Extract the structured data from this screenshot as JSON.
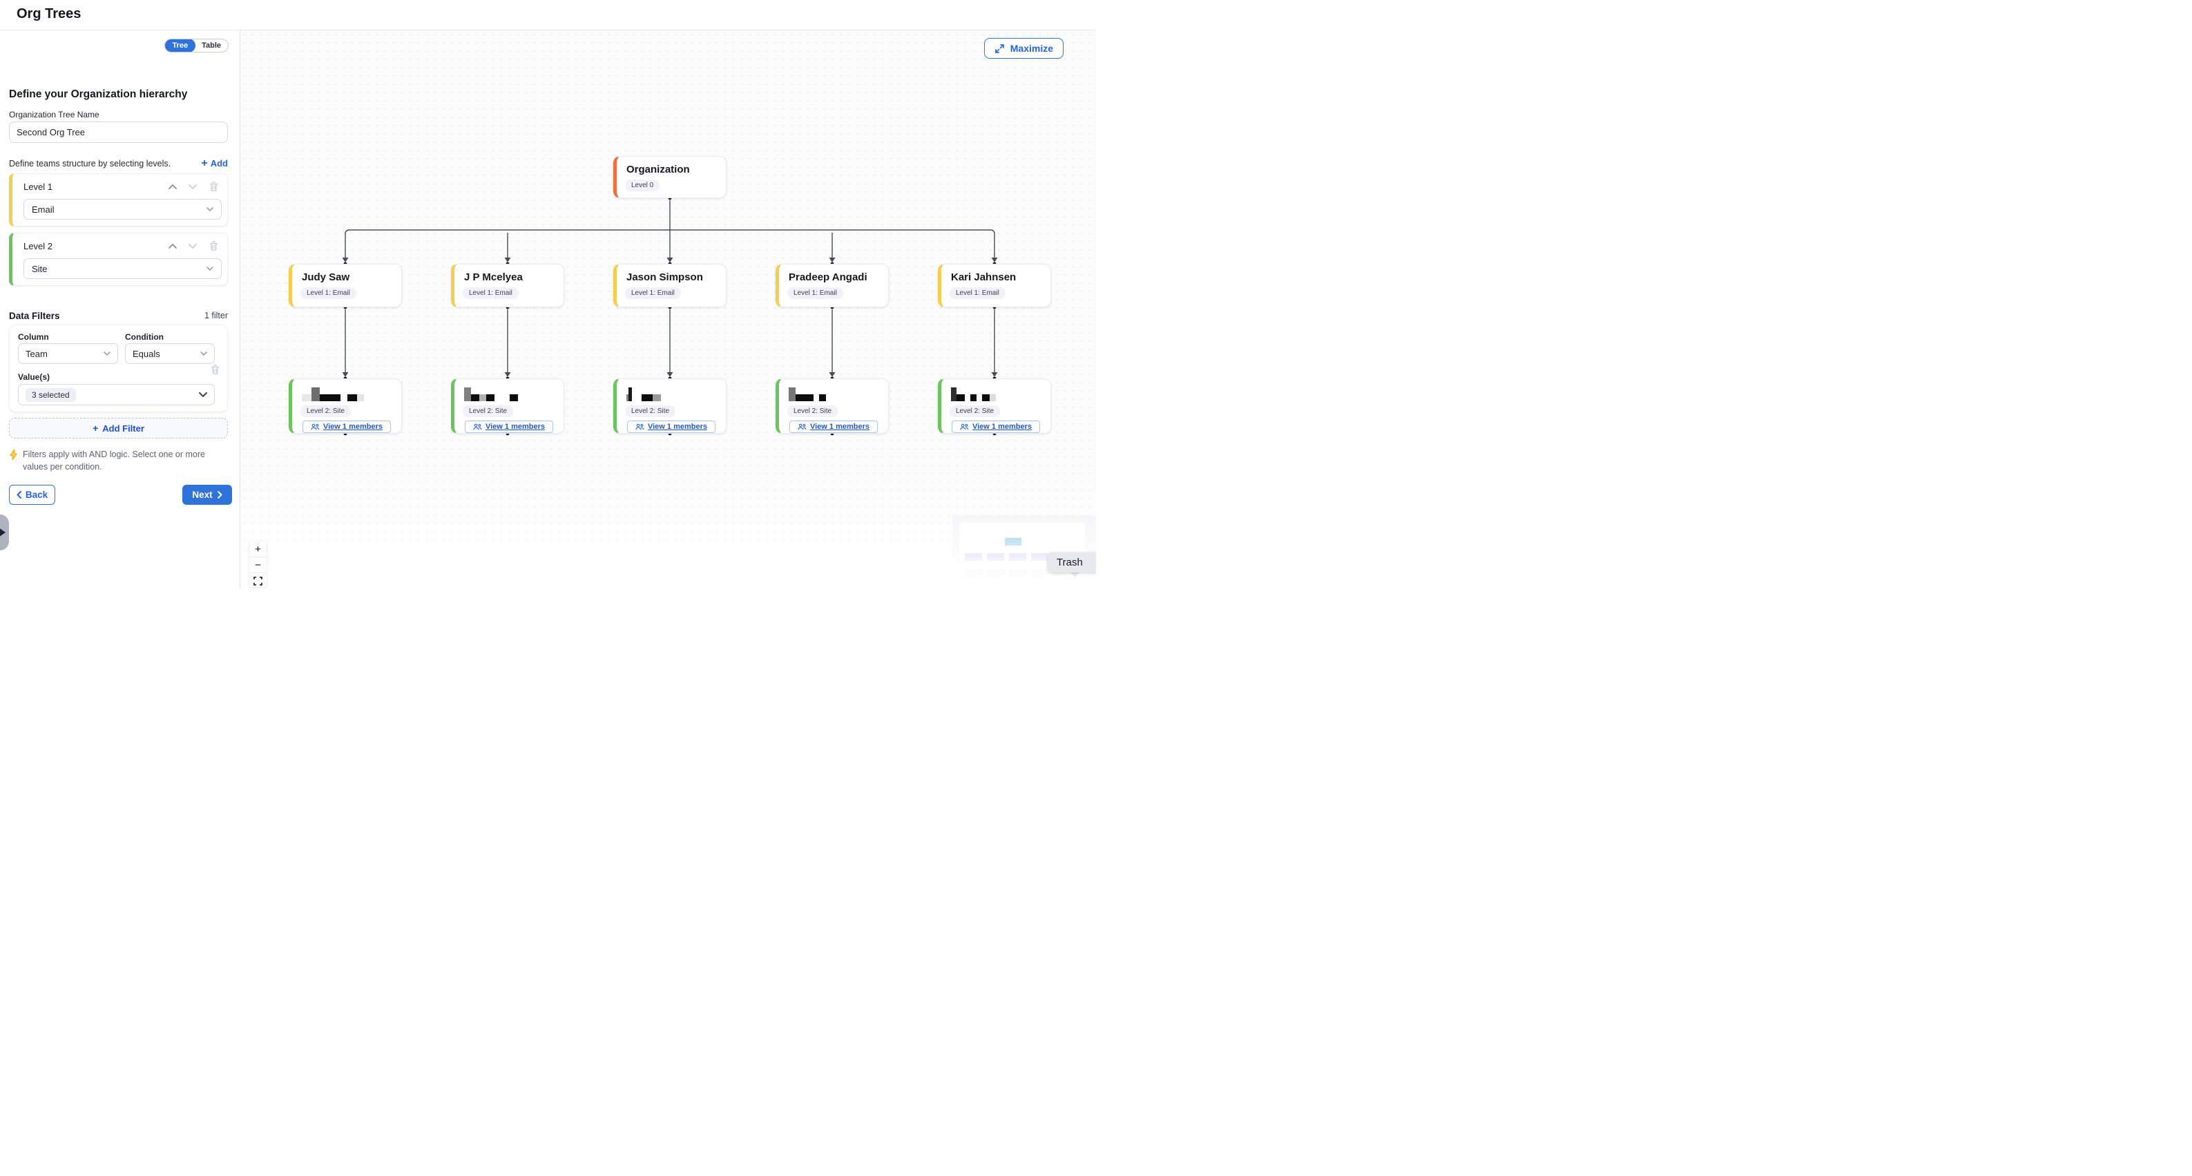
{
  "header": {
    "title": "Org Trees"
  },
  "sidebar": {
    "view_toggle": {
      "tree_label": "Tree",
      "table_label": "Table",
      "selected": "Tree"
    },
    "heading": "Define your Organization hierarchy",
    "tree_name": {
      "label": "Organization Tree Name",
      "value": "Second Org Tree"
    },
    "levels_section": {
      "description": "Define teams structure by selecting levels.",
      "add_label": "Add"
    },
    "levels": [
      {
        "name": "Level 1",
        "value": "Email",
        "accent": "#f3cf51"
      },
      {
        "name": "Level 2",
        "value": "Site",
        "accent": "#6cc360"
      }
    ],
    "filters_section": {
      "title": "Data Filters",
      "count_label": "1 filter",
      "column_label": "Column",
      "condition_label": "Condition",
      "values_label": "Value(s)",
      "add_filter_label": "Add Filter",
      "note": "Filters apply with AND logic. Select one or more values per condition."
    },
    "filters": [
      {
        "column": "Team",
        "condition": "Equals",
        "values": "3 selected"
      }
    ],
    "back_label": "Back",
    "next_label": "Next"
  },
  "canvas": {
    "maximize_label": "Maximize",
    "root": {
      "title": "Organization",
      "badge": "Level 0",
      "accent": "#f0703d"
    },
    "level1_accent": "#f3cf51",
    "level2_accent": "#6cc360",
    "level1_badge": "Level 1: Email",
    "level2_badge": "Level 2: Site",
    "members_label": "View 1 members",
    "children": [
      {
        "name": "Judy Saw",
        "redaction": [
          [
            14,
            10,
            "#e8e8e8"
          ],
          [
            12,
            20,
            "#6e6e6e"
          ],
          [
            30,
            10,
            "#0c0c0c"
          ],
          [
            10,
            0,
            ""
          ],
          [
            14,
            10,
            "#0c0c0c"
          ],
          [
            10,
            10,
            "#e3e3e3"
          ]
        ]
      },
      {
        "name": "J P Mcelyea",
        "redaction": [
          [
            10,
            20,
            "#808080"
          ],
          [
            12,
            10,
            "#0c0c0c"
          ],
          [
            10,
            10,
            "#b0b0b0"
          ],
          [
            12,
            10,
            "#0c0c0c"
          ],
          [
            22,
            0,
            ""
          ],
          [
            12,
            10,
            "#0c0c0c"
          ]
        ]
      },
      {
        "name": "Jason Simpson",
        "redaction": [
          [
            3,
            10,
            "#888888"
          ],
          [
            5,
            20,
            "#1a1a1a"
          ],
          [
            14,
            0,
            ""
          ],
          [
            16,
            10,
            "#0c0c0c"
          ],
          [
            12,
            10,
            "#9a9a9a"
          ]
        ]
      },
      {
        "name": "Pradeep Angadi",
        "redaction": [
          [
            10,
            20,
            "#777777"
          ],
          [
            26,
            10,
            "#0c0c0c"
          ],
          [
            8,
            0,
            ""
          ],
          [
            10,
            10,
            "#0c0c0c"
          ]
        ]
      },
      {
        "name": "Kari Jahnsen",
        "redaction": [
          [
            8,
            20,
            "#2e2e2e"
          ],
          [
            12,
            10,
            "#0c0c0c"
          ],
          [
            8,
            0,
            ""
          ],
          [
            9,
            10,
            "#0c0c0c"
          ],
          [
            8,
            0,
            ""
          ],
          [
            11,
            10,
            "#0c0c0c"
          ],
          [
            9,
            10,
            "#dcdcdc"
          ]
        ]
      }
    ],
    "zoom_controls": {
      "zoom_in": "+",
      "zoom_out": "−"
    },
    "trash_tooltip": "Trash"
  }
}
